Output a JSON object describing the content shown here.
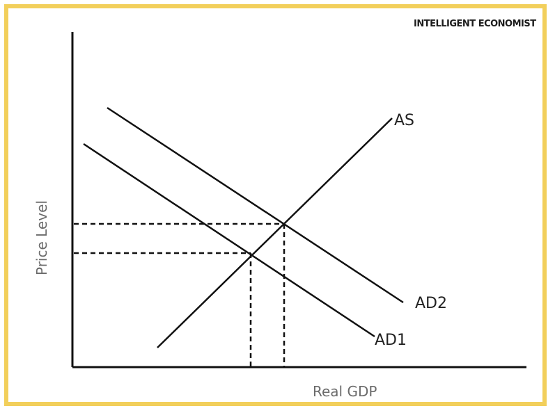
{
  "brand": "INTELLIGENT ECONOMIST",
  "axes": {
    "x_label": "Real GDP",
    "y_label": "Price Level"
  },
  "curves": [
    {
      "id": "as",
      "label": "AS",
      "type": "supply"
    },
    {
      "id": "ad1",
      "label": "AD1",
      "type": "demand"
    },
    {
      "id": "ad2",
      "label": "AD2",
      "type": "demand"
    }
  ],
  "equilibria": [
    {
      "between": [
        "AD1",
        "AS"
      ]
    },
    {
      "between": [
        "AD2",
        "AS"
      ]
    }
  ],
  "colors": {
    "frame": "#f2cf5b",
    "line": "#111111",
    "axis_text": "#6b6b6b"
  }
}
